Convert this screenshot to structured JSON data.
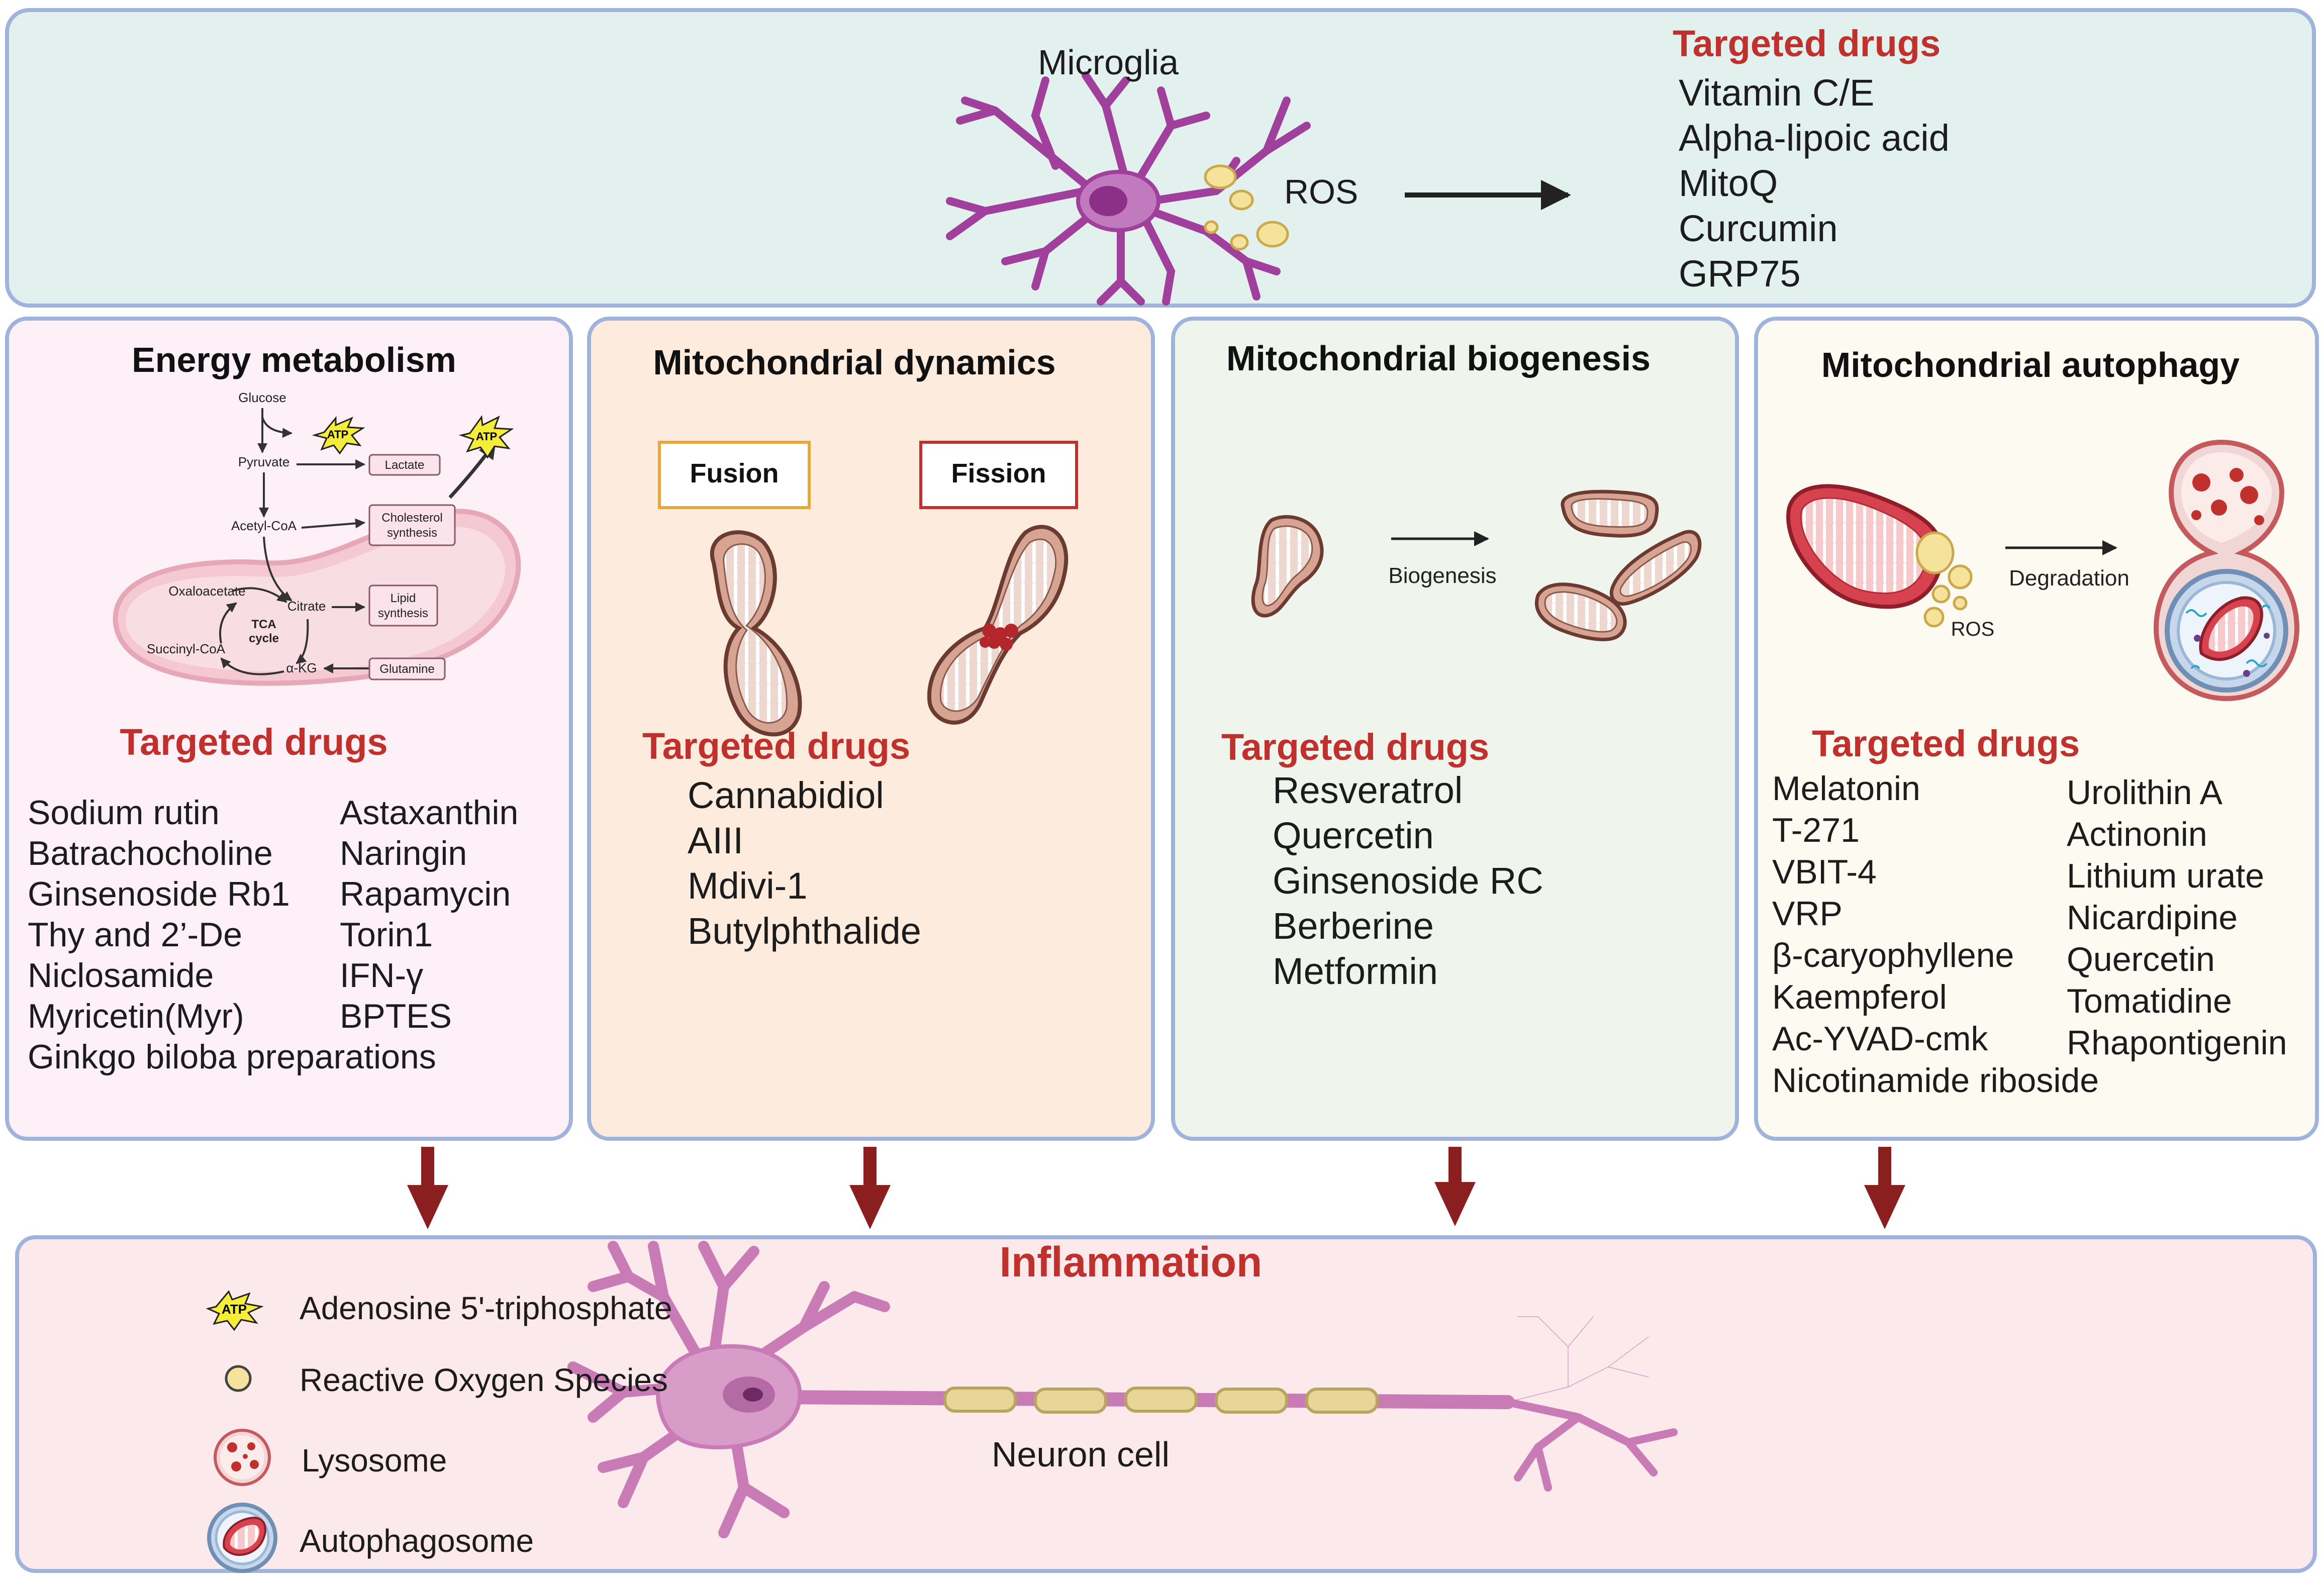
{
  "top": {
    "microglia_label": "Microglia",
    "ros_label": "ROS",
    "drugs_title": "Targeted drugs",
    "drugs": [
      "Vitamin C/E",
      "Alpha-lipoic acid",
      "MitoQ",
      "Curcumin",
      "GRP75"
    ]
  },
  "panels": {
    "energy": {
      "title": "Energy metabolism",
      "diagram": {
        "glucose": "Glucose",
        "pyruvate": "Pyruvate",
        "acetyl_coa": "Acetyl-CoA",
        "oxaloacetate": "Oxaloacetate",
        "citrate": "Citrate",
        "succinyl_coa": "Succinyl-CoA",
        "akg": "α-KG",
        "tca_line1": "TCA",
        "tca_line2": "cycle",
        "atp": "ATP",
        "lactate": "Lactate",
        "cholesterol_line1": "Cholesterol",
        "cholesterol_line2": "synthesis",
        "lipid_line1": "Lipid",
        "lipid_line2": "synthesis",
        "glutamine": "Glutamine"
      },
      "drugs_title": "Targeted drugs",
      "drugs_left": [
        "Sodium rutin",
        "Batrachocholine",
        "Ginsenoside Rb1",
        "Thy and 2’-De",
        "Niclosamide",
        "Myricetin(Myr)",
        "Ginkgo biloba preparations"
      ],
      "drugs_right": [
        "Astaxanthin",
        "Naringin",
        "Rapamycin",
        "Torin1",
        "IFN-γ",
        "BPTES"
      ]
    },
    "dynamics": {
      "title": "Mitochondrial dynamics",
      "fusion": "Fusion",
      "fission": "Fission",
      "drugs_title": "Targeted drugs",
      "drugs": [
        "Cannabidiol",
        "AIII",
        "Mdivi-1",
        "Butylphthalide"
      ]
    },
    "biogenesis": {
      "title": "Mitochondrial biogenesis",
      "arrow_label": "Biogenesis",
      "drugs_title": "Targeted drugs",
      "drugs": [
        "Resveratrol",
        "Quercetin",
        "Ginsenoside RC",
        "Berberine",
        "Metformin"
      ]
    },
    "autophagy": {
      "title": "Mitochondrial autophagy",
      "arrow_label": "Degradation",
      "ros_label": "ROS",
      "drugs_title": "Targeted drugs",
      "drugs_left": [
        "Melatonin",
        "T-271",
        "VBIT-4",
        "VRP",
        "β-caryophyllene",
        "Kaempferol",
        "Ac-YVAD-cmk",
        "Nicotinamide riboside"
      ],
      "drugs_right": [
        "Urolithin A",
        "Actinonin",
        "Lithium urate",
        "Nicardipine",
        "Quercetin",
        "Tomatidine",
        "Rhapontigenin"
      ]
    }
  },
  "bottom": {
    "title": "Inflammation",
    "neuron_label": "Neuron cell",
    "legend": [
      {
        "icon": "atp-icon",
        "badge": "ATP",
        "label": "Adenosine 5'-triphosphate"
      },
      {
        "icon": "ros-icon",
        "label": "Reactive Oxygen Species"
      },
      {
        "icon": "lysosome-icon",
        "label": "Lysosome"
      },
      {
        "icon": "autophagosome-icon",
        "label": "Autophagosome"
      }
    ]
  },
  "colors": {
    "drug_title_red": "#c0302c",
    "arrow_dark_red": "#8b1e1e",
    "panel_border": "#9fb3dc",
    "top_bg": "#e3f1ee",
    "energy_bg": "#fdf0f6",
    "dynamics_bg": "#fdecde",
    "biogenesis_bg": "#eff4ed",
    "autophagy_bg": "#fdfaf1",
    "bottom_bg": "#fbe9ec",
    "microglia": "#a0409c",
    "neuron": "#d89cc8",
    "mito_brown": "#d7a393",
    "mito_red": "#d6434e",
    "ros_yellow": "#f5e39c"
  }
}
